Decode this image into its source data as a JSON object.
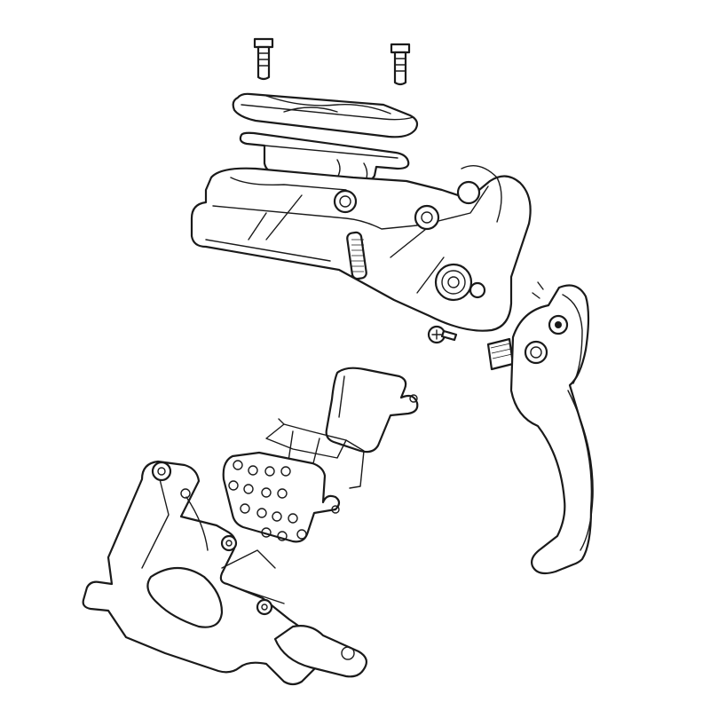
{
  "colors": {
    "stroke": "#1a1a1a",
    "background": "#ffffff"
  },
  "parts": [
    "reservoir-bolt",
    "reservoir-bolt",
    "reservoir-cap",
    "reservoir-diaphragm",
    "master-cylinder-body",
    "lever-screw",
    "brake-lever",
    "brake-pad-rear",
    "pad-spring",
    "brake-pad-front",
    "caliper"
  ]
}
